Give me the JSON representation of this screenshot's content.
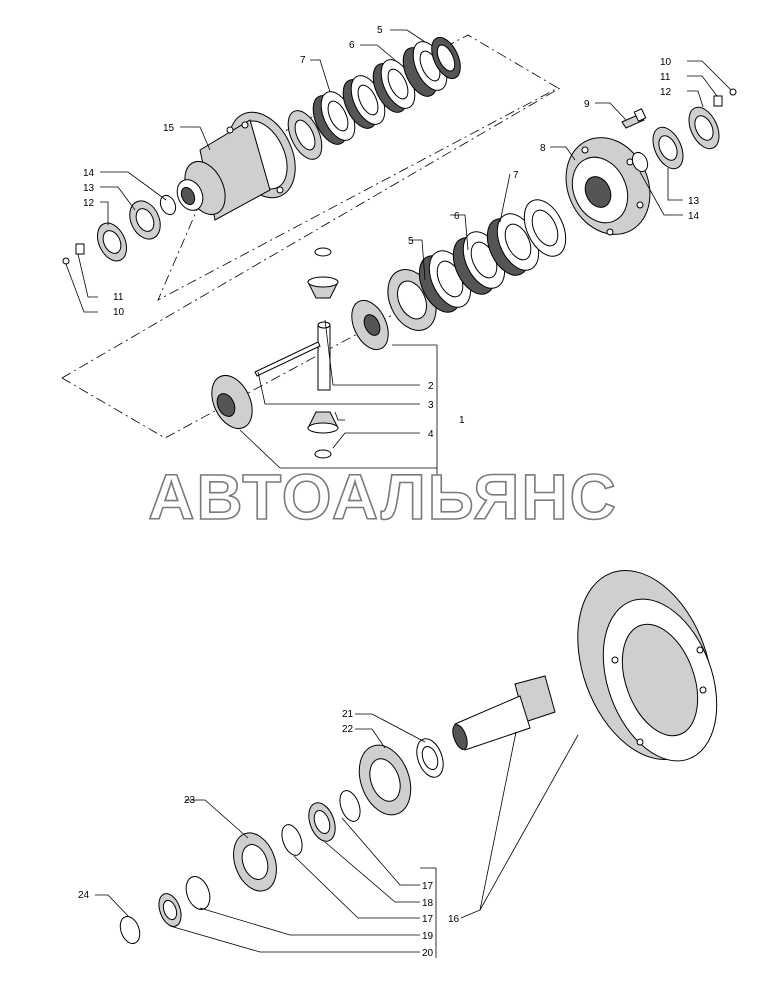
{
  "watermark": "АВТОАЛЬЯНС",
  "labels": {
    "l5a": "5",
    "l6a": "6",
    "l7a": "7",
    "l15": "15",
    "l14a": "14",
    "l13a": "13",
    "l12a": "12",
    "l11a": "11",
    "l10a": "10",
    "l10b": "10",
    "l11b": "11",
    "l12b": "12",
    "l9": "9",
    "l8": "8",
    "l13b": "13",
    "l14b": "14",
    "l7b": "7",
    "l6b": "6",
    "l5b": "5",
    "l2": "2",
    "l3": "3",
    "l1": "1",
    "l4": "4",
    "l21": "21",
    "l22": "22",
    "l23": "23",
    "l24": "24",
    "l17a": "17",
    "l18": "18",
    "l17b": "17",
    "l16": "16",
    "l19": "19",
    "l20": "20"
  }
}
